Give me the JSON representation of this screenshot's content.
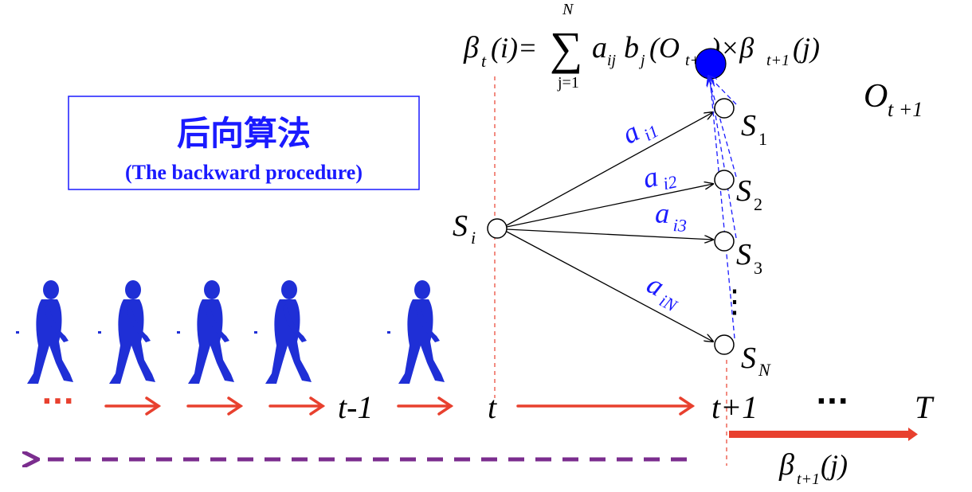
{
  "title_box": {
    "title": "后向算法",
    "subtitle": "(The backward procedure)"
  },
  "formula": {
    "lhs_beta": "β",
    "lhs_sub": "t",
    "lhs_arg": "(i)=",
    "sum_upper": "N",
    "sum_lower": "j=1",
    "term_a": "a",
    "term_a_sub": "ij",
    "term_b": "b",
    "term_b_sub": "j",
    "term_O": "(O",
    "term_O_sub": "t+1",
    "times": ")×β",
    "beta_sub": "t+1",
    "tail": "(j)"
  },
  "source_state": {
    "label": "S",
    "sub": "i"
  },
  "observation": {
    "label": "O",
    "sub": "t +1",
    "color": "#0000ff"
  },
  "target_states": [
    {
      "label": "S",
      "sub": "1",
      "edge_label": "a",
      "edge_sub": "i1"
    },
    {
      "label": "S",
      "sub": "2",
      "edge_label": "a",
      "edge_sub": "i2"
    },
    {
      "label": "S",
      "sub": "3",
      "edge_label": "a",
      "edge_sub": "i3"
    },
    {
      "label": "S",
      "sub": "N",
      "edge_label": "a",
      "edge_sub": "iN"
    }
  ],
  "vertical_dots": "⋮",
  "timeline": {
    "leading_dots": "···",
    "t_minus_1": "t-1",
    "t": "t",
    "t_plus_1": "t+1",
    "middle_dots": "···",
    "T": "T",
    "arrow_color": "#e8402e"
  },
  "beta_label": {
    "beta": "β",
    "sub": "t+1",
    "arg": "(j)"
  },
  "backward_arrow_color": "#7b2d8e",
  "edge_label_color": "#1a1aff"
}
